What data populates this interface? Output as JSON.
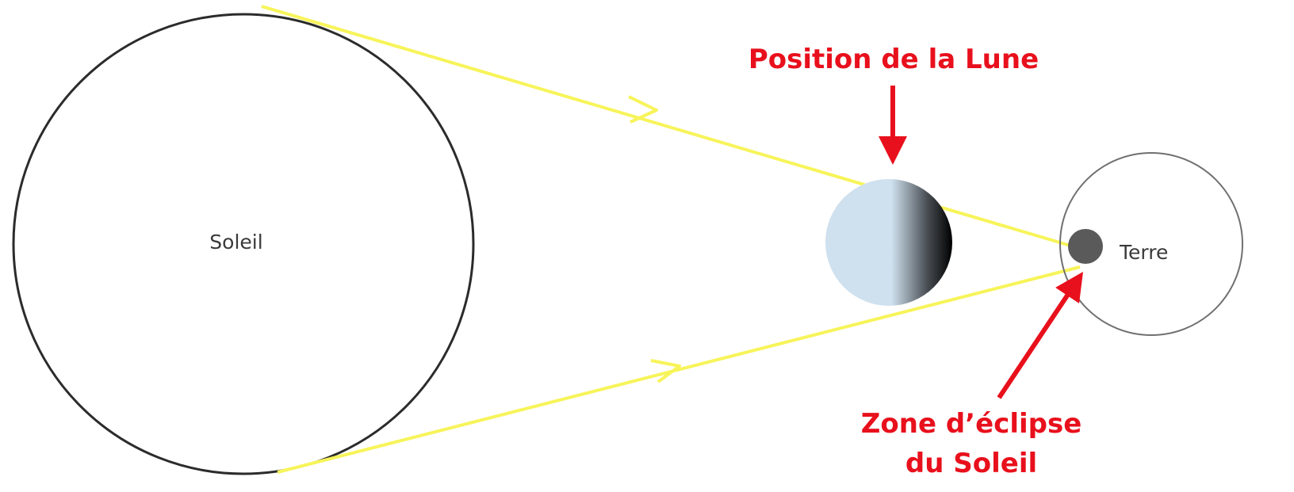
{
  "labels": {
    "sun": "Soleil",
    "earth": "Terre",
    "moon_position": "Position de la Lune",
    "eclipse_zone_line1": "Zone d’éclipse",
    "eclipse_zone_line2": "du Soleil"
  },
  "colors": {
    "sun_outline": "#2b2b2b",
    "earth_outline": "#707070",
    "earth_core": "#5a5a5a",
    "light_ray": "#f7f45a",
    "moon_lit": "#cfe0ee",
    "moon_dark": "#000000",
    "callout_red": "#e8101c"
  }
}
